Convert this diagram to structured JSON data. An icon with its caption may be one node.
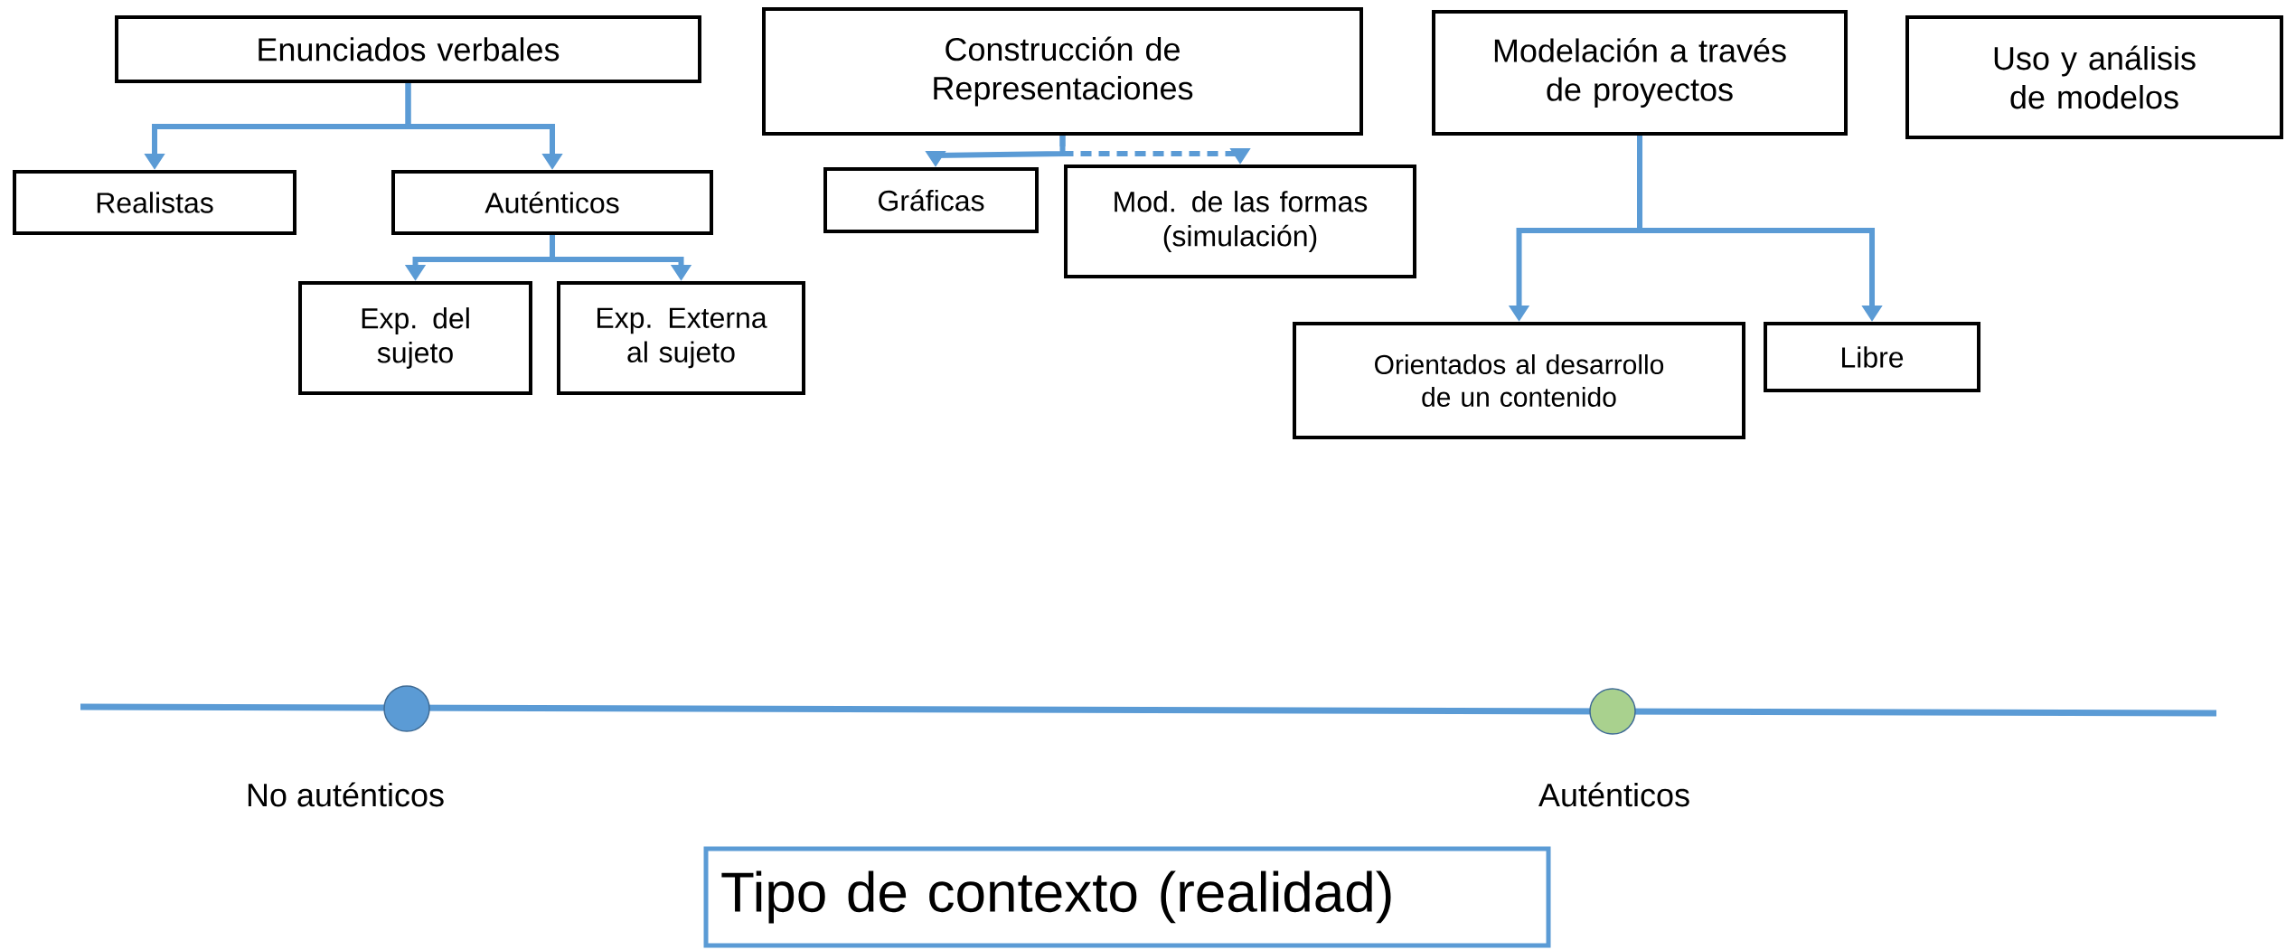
{
  "diagram": {
    "nodes": [
      {
        "text": [
          "Enunciados verbales"
        ]
      },
      {
        "text": [
          "Realistas"
        ]
      },
      {
        "text": [
          "Auténticos"
        ]
      },
      {
        "text": [
          "Exp. del sujeto"
        ]
      },
      {
        "text": [
          "Exp. Externa al sujeto"
        ]
      },
      {
        "text": [
          "Construcción de Representaciones"
        ]
      },
      {
        "text": [
          "Gráficas"
        ]
      },
      {
        "text": [
          "Mod. de las formas (simulación)"
        ]
      },
      {
        "text": [
          "Modelación a través de proyectos"
        ]
      },
      {
        "text": [
          "Uso y análisis de modelos"
        ]
      },
      {
        "text": [
          "Orientados al desarrollo de un contenido"
        ]
      },
      {
        "text": [
          "Libre"
        ]
      },
      {
        "text": [
          "Tipo de contexto (realidad)"
        ]
      }
    ],
    "edges": [
      {
        "from": 0,
        "to": 1,
        "arrow": "to"
      },
      {
        "from": 0,
        "to": 2,
        "arrow": "to"
      },
      {
        "from": 2,
        "to": 3,
        "arrow": "to"
      },
      {
        "from": 2,
        "to": 4,
        "arrow": "to"
      },
      {
        "from": 5,
        "to": 6,
        "arrow": "to"
      },
      {
        "from": 5,
        "to": 7,
        "arrow": "to",
        "style": "dashed"
      },
      {
        "from": 8,
        "to": 10,
        "arrow": "to"
      },
      {
        "from": 8,
        "to": 11,
        "arrow": "to"
      }
    ],
    "labels": [
      "No auténticos",
      "Auténticos"
    ]
  }
}
